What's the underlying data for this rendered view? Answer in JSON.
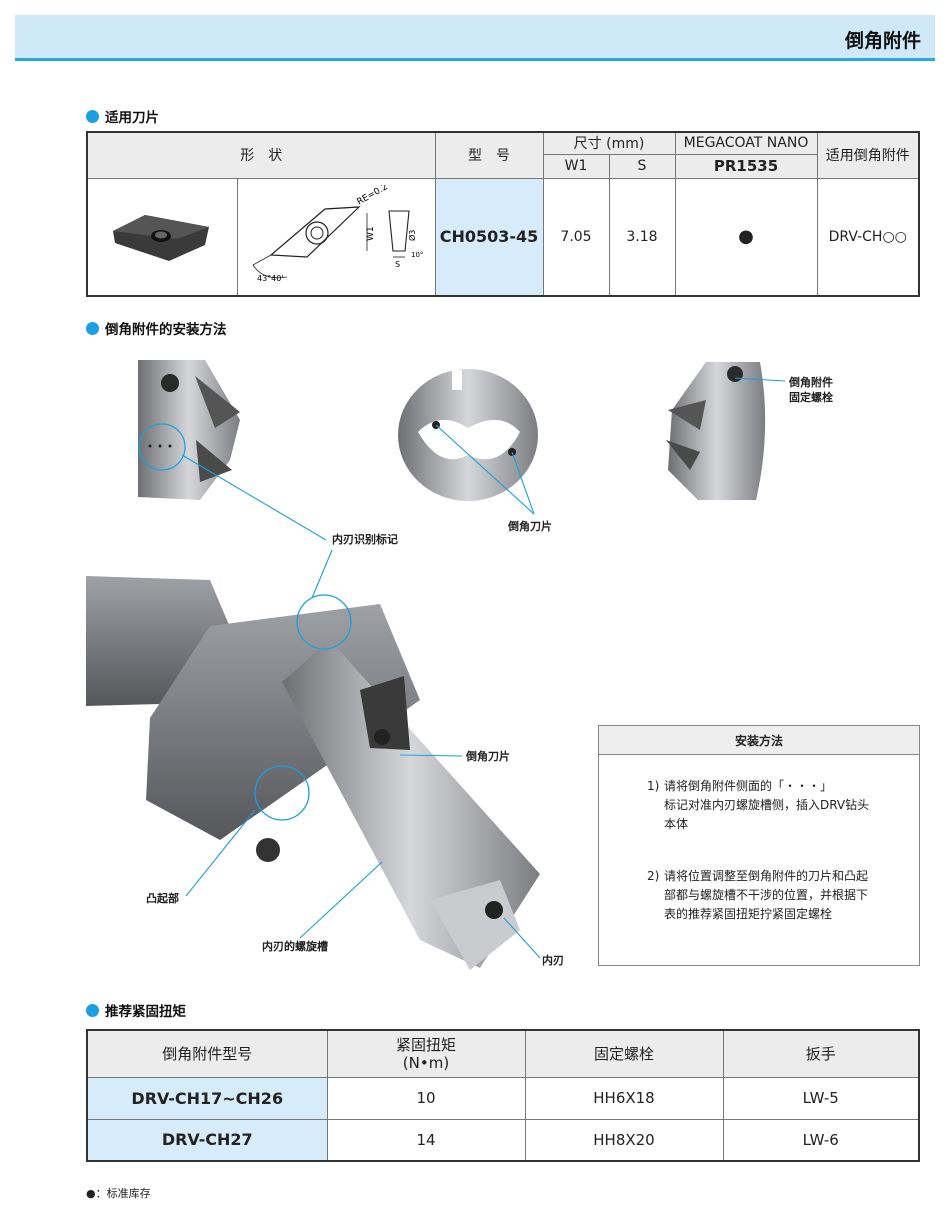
{
  "header": {
    "title": "倒角附件"
  },
  "sections": {
    "inserts": "适用刀片",
    "installation": "倒角附件的安装方法",
    "torque": "推荐紧固扭矩"
  },
  "insert_table": {
    "headers": {
      "shape": "形　状",
      "model": "型　号",
      "size": "尺寸 (mm)",
      "w1": "W1",
      "s": "S",
      "coating": "MEGACOAT NANO",
      "grade": "PR1535",
      "applicable": "适用倒角附件"
    },
    "drawing_labels": {
      "re": "RE=0.2",
      "w1": "W1",
      "phi": "Ø3",
      "s": "S",
      "ten": "10°",
      "angle": "43°40'"
    },
    "row": {
      "model": "CH0503-45",
      "w1": "7.05",
      "s": "3.18",
      "stock": "●",
      "applicable": "DRV-CH○○"
    }
  },
  "callouts": {
    "bolt": "倒角附件\n固定螺栓",
    "insert_top": "倒角刀片",
    "mark": "内刃识别标记",
    "insert_main": "倒角刀片",
    "boss": "凸起部",
    "flute": "内刃的螺旋槽",
    "inner_edge": "内刃"
  },
  "install_method": {
    "title": "安装方法",
    "steps": [
      {
        "num": "1)",
        "text": "请将倒角附件侧面的「・・・」\n标记对准内刃螺旋槽侧，插入DRV钻头\n本体"
      },
      {
        "num": "2)",
        "text": "请将位置调整至倒角附件的刀片和凸起\n部都与螺旋槽不干涉的位置，并根据下\n表的推荐紧固扭矩拧紧固定螺栓"
      }
    ]
  },
  "torque_table": {
    "headers": [
      "倒角附件型号",
      "紧固扭矩\n(N•m)",
      "固定螺栓",
      "扳手"
    ],
    "rows": [
      [
        "DRV-CH17~CH26",
        "10",
        "HH6X18",
        "LW-5"
      ],
      [
        "DRV-CH27",
        "14",
        "HH8X20",
        "LW-6"
      ]
    ]
  },
  "footnote": "●：标准库存",
  "colors": {
    "accent": "#1aa0e0",
    "band": "#cfe9f8",
    "highlight": "#d6ecfa"
  }
}
